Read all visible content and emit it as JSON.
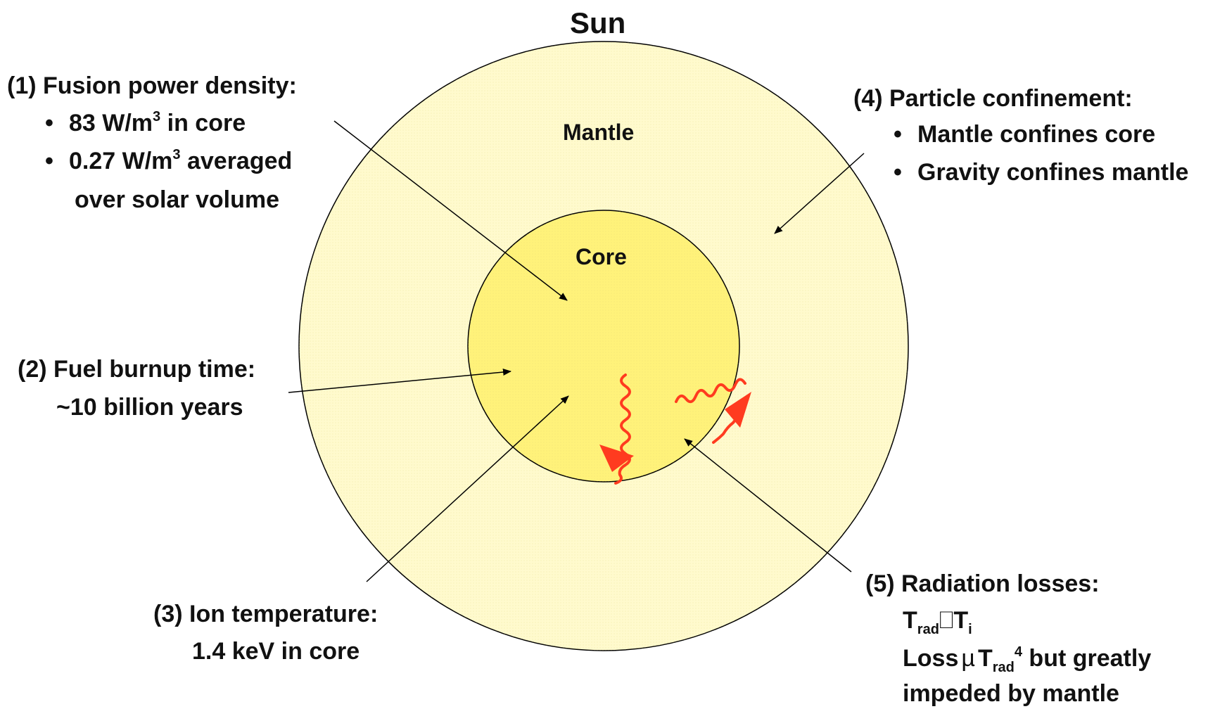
{
  "title": "Sun",
  "regions": {
    "mantle": "Mantle",
    "core": "Core"
  },
  "fusion": {
    "heading": "(1) Fusion power density:",
    "b1_val": "83 W/m",
    "b1_sup": "3",
    "b1_rest": " in core",
    "b2_val": "0.27 W/m",
    "b2_sup": "3",
    "b2_rest": " averaged",
    "b2_line2": "over solar volume"
  },
  "burnup": {
    "heading": "(2) Fuel burnup time:",
    "value": "~10 billion years"
  },
  "ion_temp": {
    "heading": "(3) Ion temperature:",
    "value": "1.4 keV in core"
  },
  "confinement": {
    "heading": "(4) Particle confinement:",
    "b1": "Mantle confines core",
    "b2": "Gravity confines mantle"
  },
  "radiation": {
    "heading": "(5) Radiation losses:",
    "l1_T": "T",
    "l1_sub": "rad",
    "l1_sym": "⎕",
    "l1_T2": "T",
    "l1_sub2": "i",
    "l2_loss": "Loss",
    "l2_mu": "µ",
    "l2_T": "T",
    "l2_sub": "rad",
    "l2_sup": "4",
    "l2_rest": " but greatly",
    "l3": "impeded by mantle"
  },
  "bullet": "•",
  "colors": {
    "mantle": "#FFFACD",
    "core": "#FFF27A",
    "radiation": "#FF3B1F",
    "line": "#000000"
  }
}
